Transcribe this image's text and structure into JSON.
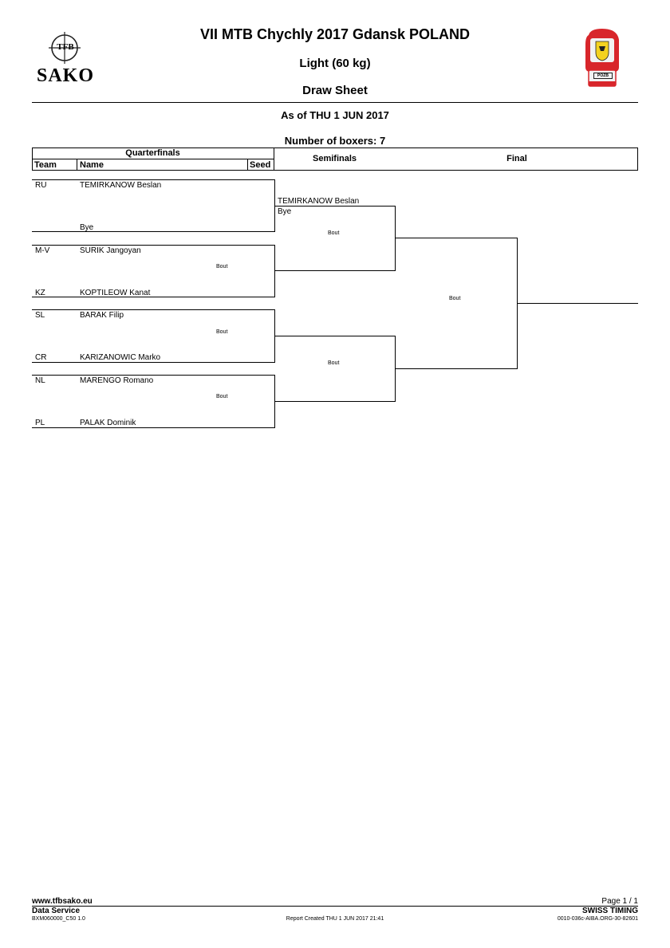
{
  "header": {
    "event_title": "VII MTB Chychly 2017 Gdansk POLAND",
    "weight_class": "Light (60 kg)",
    "sheet_type": "Draw Sheet",
    "as_of": "As of THU 1 JUN 2017",
    "boxer_count": "Number of boxers: 7",
    "logo_left_text": "SAKO",
    "logo_left_mark": "TFB",
    "logo_right_text": "POZB"
  },
  "columns": {
    "quarterfinals": "Quarterfinals",
    "team": "Team",
    "name": "Name",
    "seed": "Seed",
    "semifinals": "Semifinals",
    "final": "Final"
  },
  "entries": [
    {
      "team": "RU",
      "name": "TEMIRKANOW Beslan"
    },
    {
      "team": "",
      "name": "Bye"
    },
    {
      "team": "M-V",
      "name": "SURIK Jangoyan"
    },
    {
      "team": "KZ",
      "name": "KOPTILEOW Kanat"
    },
    {
      "team": "SL",
      "name": "BARAK Filip"
    },
    {
      "team": "CR",
      "name": "KARIZANOWIC Marko"
    },
    {
      "team": "NL",
      "name": "MARENGO Romano"
    },
    {
      "team": "PL",
      "name": "PALAK Dominik"
    }
  ],
  "semifinal_entries": [
    "TEMIRKANOW Beslan",
    "Bye"
  ],
  "bout_label": "Bout",
  "footer": {
    "website": "www.tfbsako.eu",
    "data_service": "Data Service",
    "doc_code": "BXM060000_C50 1.0",
    "report_created": "Report Created  THU 1 JUN 2017 21:41",
    "page": "Page 1 / 1",
    "timing": "SWISS TIMING",
    "ref_code": "0010-036c-AIBA.ORG-30-82601"
  },
  "colors": {
    "glove_red": "#d8262b",
    "glove_white": "#f2f2f2",
    "shield_yellow": "#f4d21f"
  }
}
